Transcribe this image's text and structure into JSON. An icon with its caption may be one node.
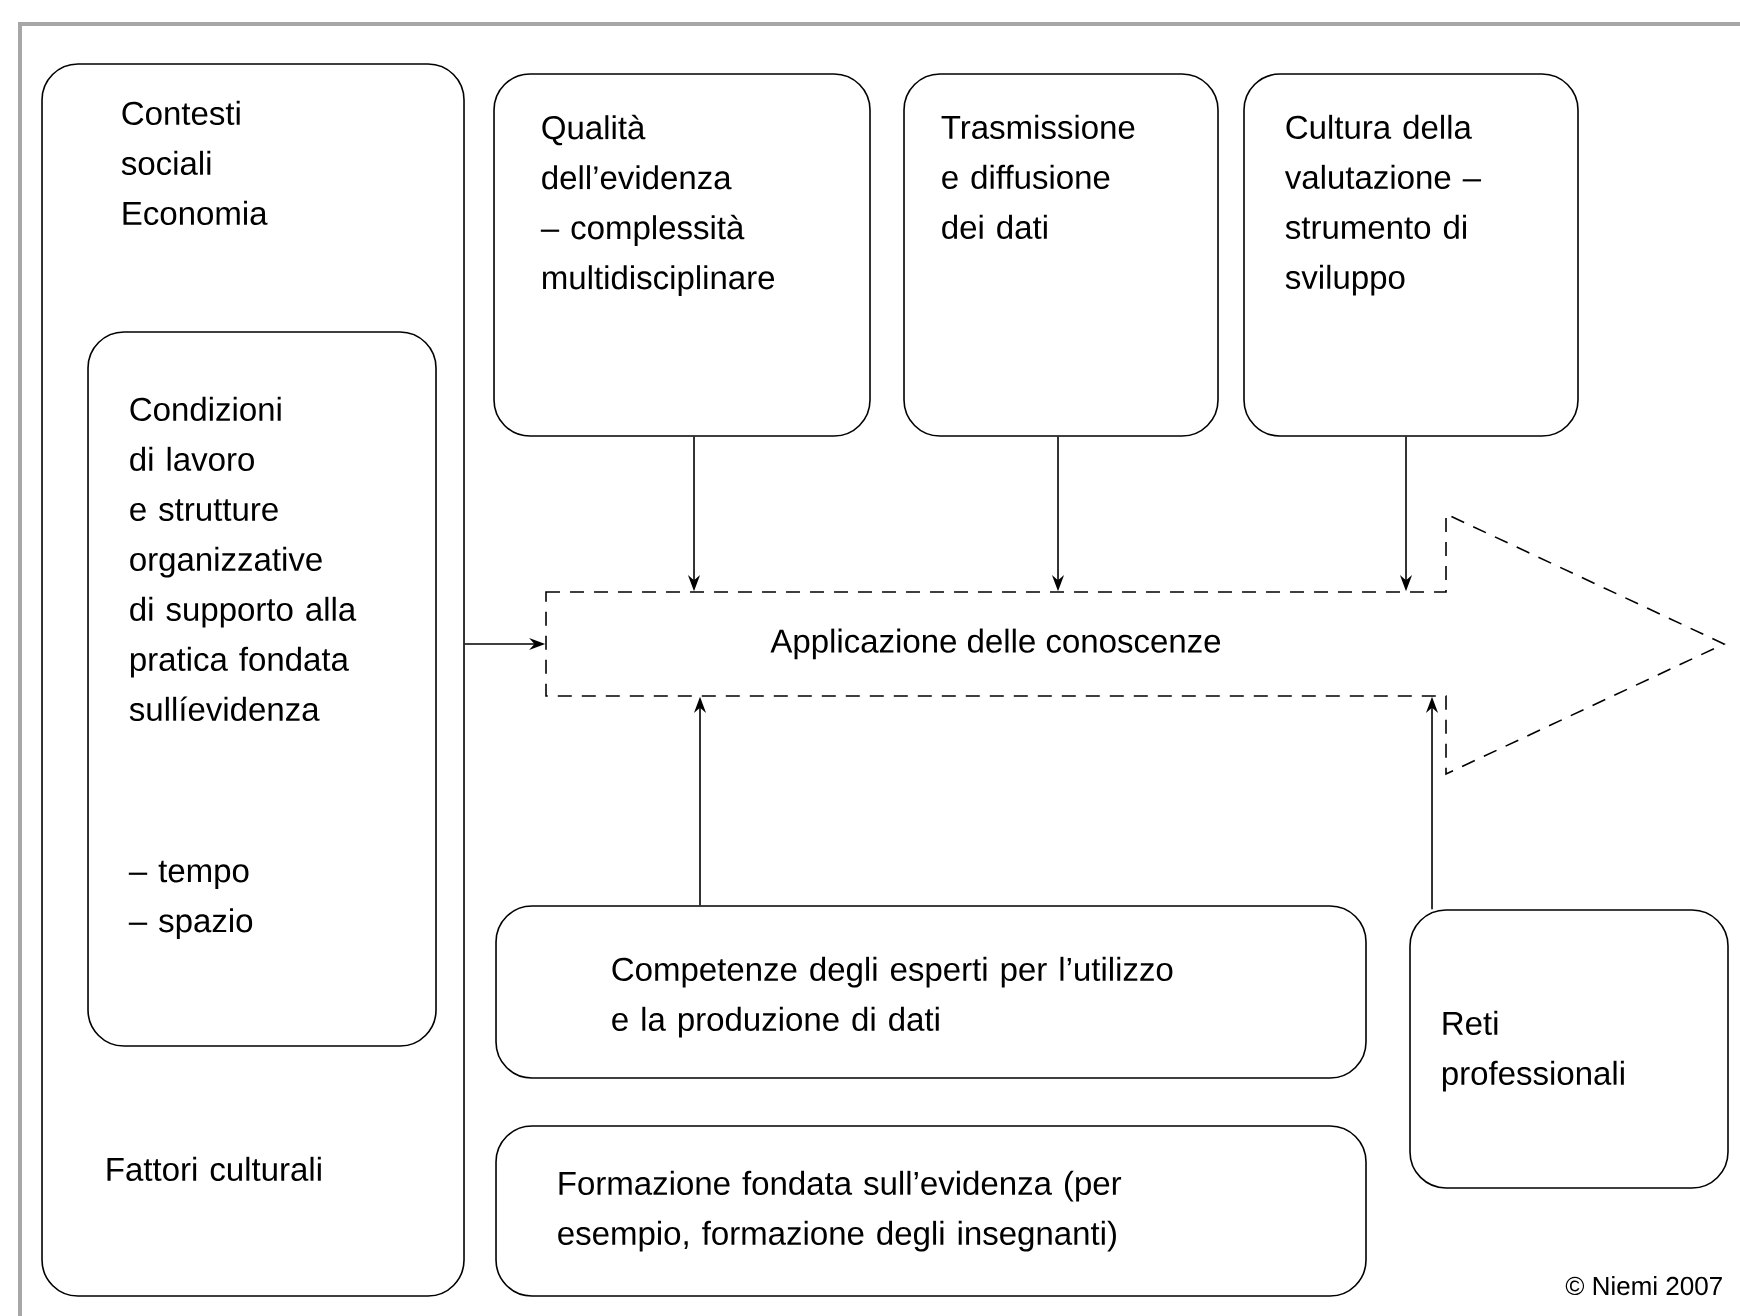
{
  "diagram": {
    "nodes": [
      {
        "text": [
          "Contesti sociali Economia",
          "Fattori culturali"
        ]
      },
      {
        "text": [
          "Condizioni di lavoro e strutture organizzative di supporto alla pratica fondata sullíevidenza",
          "– tempo – spazio"
        ],
        "in": 0
      },
      {
        "text": [
          "Qualità dell’evidenza – complessità multidisciplinare"
        ]
      },
      {
        "text": [
          "Trasmissione e diffusione dei dati"
        ]
      },
      {
        "text": [
          "Cultura della valutazione – strumento di sviluppo"
        ]
      },
      {
        "text": [
          "Applicazione delle conoscenze"
        ]
      },
      {
        "text": [
          "Competenze degli esperti per l’utilizzo e la produzione di dati"
        ]
      },
      {
        "text": [
          "Reti professionali"
        ]
      },
      {
        "text": [
          "Formazione fondata sull’evidenza (per esempio, formazione degli insegnanti)"
        ]
      }
    ],
    "edges": [
      {
        "from": 0,
        "to": 5,
        "arrow": "to"
      },
      {
        "from": 2,
        "to": 5,
        "arrow": "to"
      },
      {
        "from": 3,
        "to": 5,
        "arrow": "to"
      },
      {
        "from": 4,
        "to": 5,
        "arrow": "to"
      },
      {
        "from": 6,
        "to": 5,
        "arrow": "to"
      },
      {
        "from": 7,
        "to": 5,
        "arrow": "to"
      }
    ],
    "labels": [
      "© Niemi 2007"
    ]
  }
}
